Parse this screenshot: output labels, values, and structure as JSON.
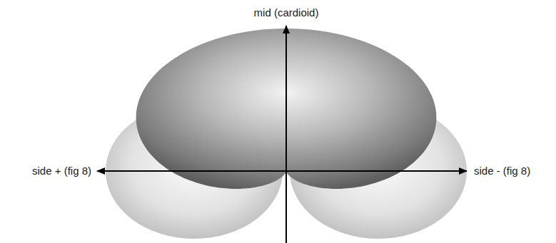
{
  "diagram": {
    "labels": [
      "mid (cardioid)",
      "side + (fig 8)",
      "side - (fig 8)"
    ]
  }
}
